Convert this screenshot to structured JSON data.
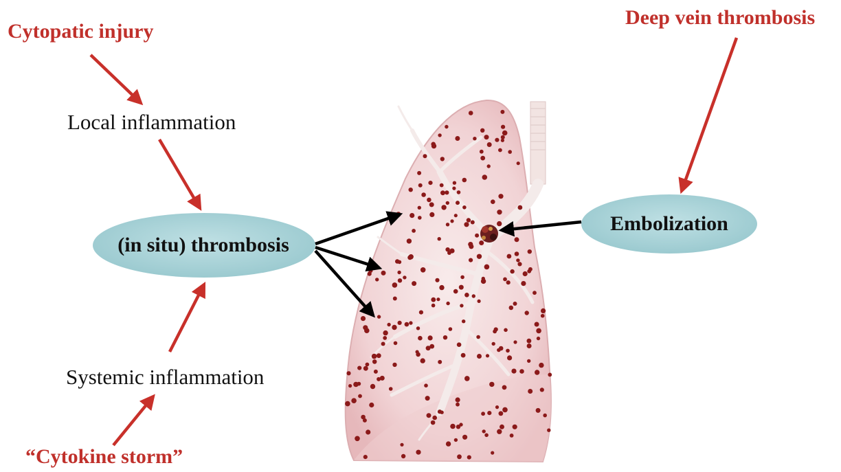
{
  "labels": {
    "cytopathic_injury": "Cytopatic injury",
    "deep_vein_thrombosis": "Deep vein thrombosis",
    "local_inflammation": "Local inflammation",
    "in_situ_thrombosis": "(in situ) thrombosis",
    "embolization": "Embolization",
    "systemic_inflammation": "Systemic inflammation",
    "cytokine_storm": "“Cytokine storm”"
  },
  "colors": {
    "cause_text": "#c0302b",
    "cause_arrow": "#c8302a",
    "ellipse_fill": "#a9d4d9",
    "effect_arrow": "#000000",
    "lung_fill": "#f3d9da",
    "lung_outline": "#e2b9bb",
    "airway": "#f0e6e4",
    "clot_dot": "#8b1a1a"
  },
  "icons": {
    "lung": "lung-illustration",
    "clot": "embolus-clot-icon"
  }
}
